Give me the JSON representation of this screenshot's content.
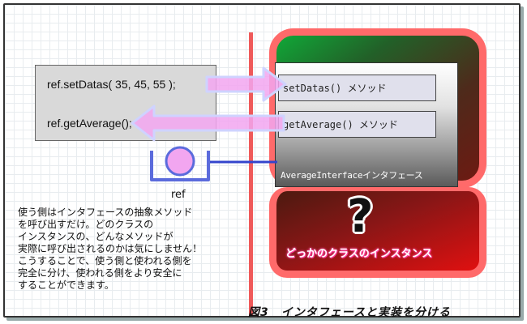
{
  "caller": {
    "code_line1": "ref.setDatas( 35, 45, 55 );",
    "code_line2": "ref.getAverage();"
  },
  "reference": {
    "label": "ref"
  },
  "interface": {
    "methods": [
      "setDatas() メソッド",
      "getAverage() メソッド"
    ],
    "label": "AverageInterfaceインタフェース"
  },
  "instance": {
    "symbol": "?",
    "label": "どっかのクラスのインスタンス"
  },
  "description": "使う側はインタフェースの抽象メソッド\nを呼び出すだけ。どのクラスの\nインスタンスの、どんなメソッドが\n実際に呼び出されるのかは気にしません！\nこうすることで、使う側と使われる側を\n完全に分け、使われる側をより安全に\nすることができます。",
  "caption": "図3　インタフェースと実装を分ける",
  "colors": {
    "divider": "#ef5a5a",
    "arrow": "#f2a6f0",
    "reference_fill": "#f2a6f0",
    "connector": "#3344cc"
  }
}
